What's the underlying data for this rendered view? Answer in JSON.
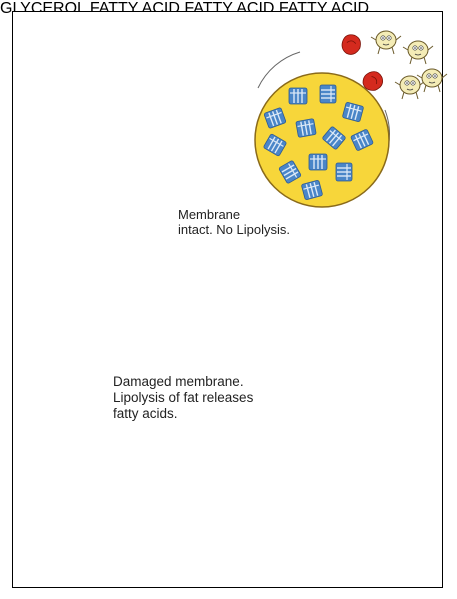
{
  "labels": {
    "intact": [
      "Membrane",
      "intact. No Lipolysis."
    ],
    "damaged": [
      "Damaged membrane.",
      "Lipolysis of fat releases",
      "fatty acids."
    ]
  },
  "molecules": {
    "fatty_acid": "FATTY ACID",
    "glycerol": "GLYCEROL"
  },
  "colors": {
    "cell_fill": "#f7d63a",
    "cell_border": "#8a6a1a",
    "fat_block": "#4a86c8",
    "lipase": "#d42a1e",
    "mitochondria": "#f4ecb6"
  }
}
